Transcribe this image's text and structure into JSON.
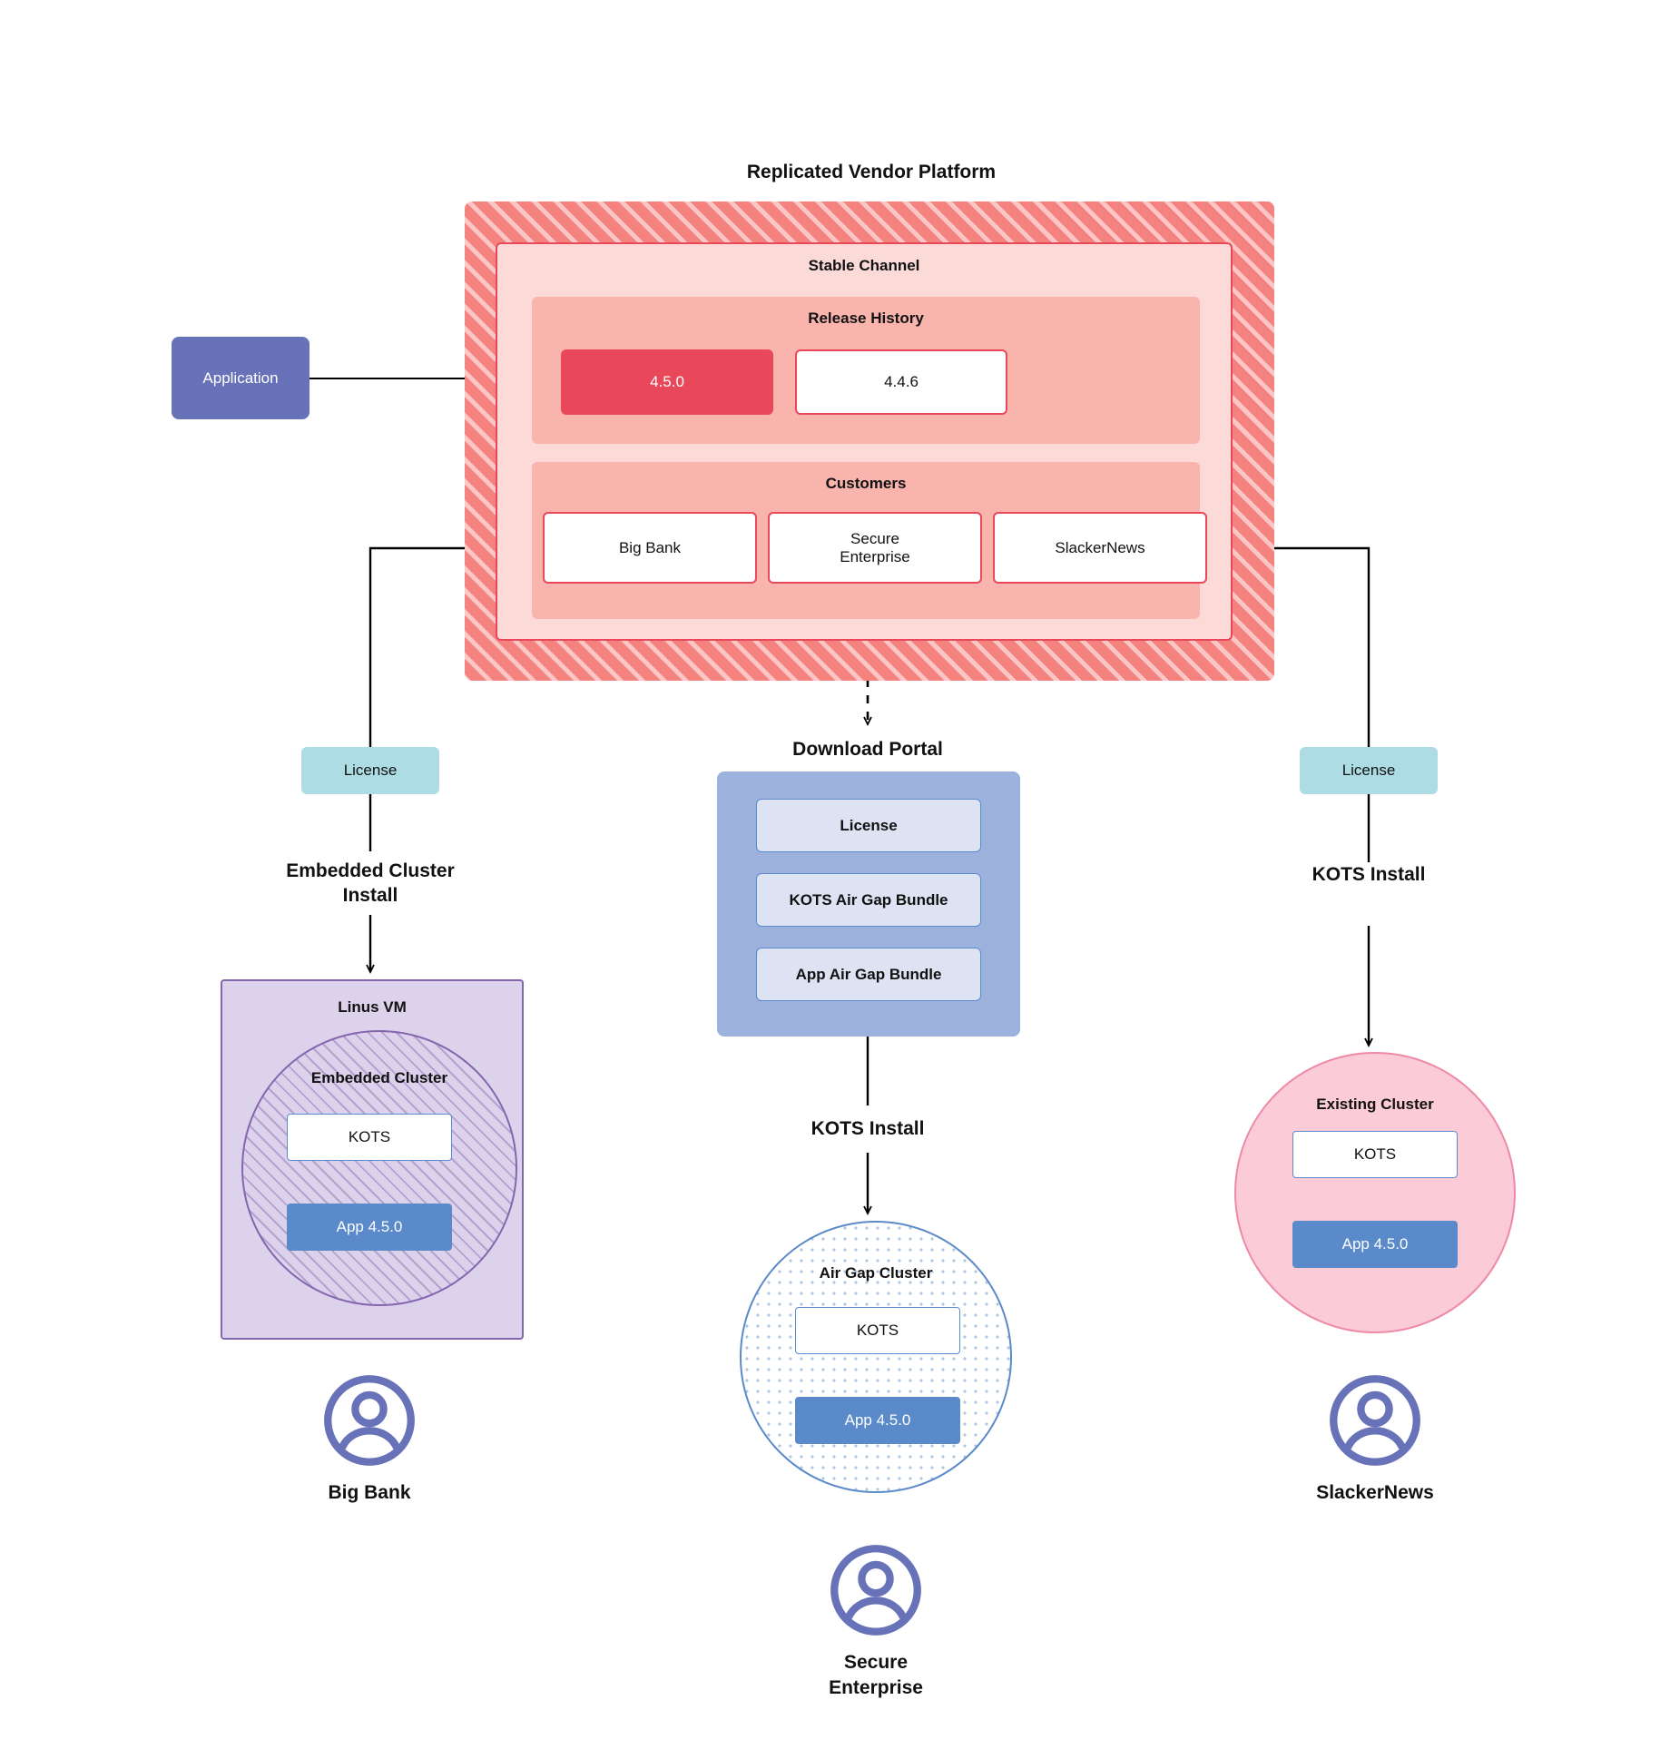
{
  "diagram": {
    "title": "Replicated Vendor Platform"
  },
  "application": {
    "label": "Application"
  },
  "platform": {
    "channel_title": "Stable Channel",
    "release_history": {
      "title": "Release History",
      "releases": [
        {
          "version": "4.5.0",
          "state": "current"
        },
        {
          "version": "4.4.6",
          "state": "previous"
        }
      ]
    },
    "customers": {
      "title": "Customers",
      "items": [
        {
          "name": "Big Bank"
        },
        {
          "name": "Secure\nEnterprise"
        },
        {
          "name": "SlackerNews"
        }
      ]
    }
  },
  "left_flow": {
    "license_label": "License",
    "install_label": "Embedded Cluster\nInstall",
    "vm_title": "Linus VM",
    "cluster_title": "Embedded Cluster",
    "kots_label": "KOTS",
    "app_label": "App 4.5.0",
    "customer_name": "Big Bank"
  },
  "center_flow": {
    "portal_title": "Download  Portal",
    "portal_items": [
      {
        "label": "License"
      },
      {
        "label": "KOTS Air Gap Bundle"
      },
      {
        "label": "App Air Gap Bundle"
      }
    ],
    "install_label": "KOTS Install",
    "cluster_title": "Air Gap Cluster",
    "kots_label": "KOTS",
    "app_label": "App 4.5.0",
    "customer_name": "Secure\nEnterprise"
  },
  "right_flow": {
    "license_label": "License",
    "install_label": "KOTS Install",
    "cluster_title": "Existing Cluster",
    "kots_label": "KOTS",
    "app_label": "App 4.5.0",
    "customer_name": "SlackerNews"
  },
  "colors": {
    "platform_hatch": "#F4827F",
    "channel_bg": "#FBDAD7",
    "group_bg": "#F9B4AE",
    "release_current": "#E8485A",
    "application": "#6872B8",
    "license_chip": "#ADDCE5",
    "portal_bg": "#9CB2DC",
    "portal_item": "#DDE3F3",
    "vm_bg": "#DCD2EB",
    "vm_border": "#8466AE",
    "app_box": "#5B8ACB",
    "existing_bg": "#FBCBD8",
    "existing_border": "#EE89A8",
    "avatar": "#6872B8"
  }
}
